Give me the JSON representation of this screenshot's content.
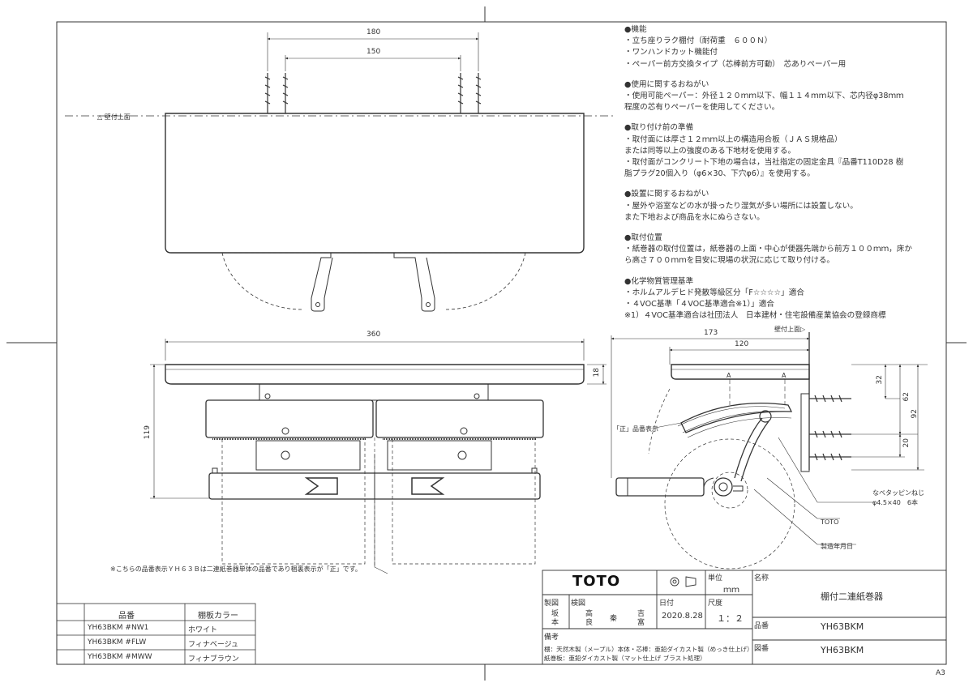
{
  "notes": [
    {
      "heading": "●機能",
      "lines": [
        "・立ち座りラク棚付（耐荷重　６００Ｎ）",
        "・ワンハンドカット機能付",
        "・ペーパー前方交換タイプ（芯棒前方可動）　芯ありペーパー用"
      ]
    },
    {
      "heading": "●使用に関するおねがい",
      "lines": [
        "・使用可能ペーパー：外径１２０ｍｍ以下、幅１１４ｍｍ以下、芯内径φ38ｍｍ",
        "程度の芯有りペーパーを使用してください。"
      ]
    },
    {
      "heading": "●取り付け前の準備",
      "lines": [
        "・取付面には厚さ１２ｍｍ以上の構造用合板（ＪＡＳ規格品）",
        "または同等以上の強度のある下地材を使用する。",
        "・取付面がコンクリート下地の場合は，当社指定の固定金具『品番T110D28 樹",
        "脂プラグ20個入り（φ6×30、下穴φ6）』を使用する。"
      ]
    },
    {
      "heading": "●設置に関するおねがい",
      "lines": [
        "・屋外や浴室などの水が掛ったり湿気が多い場所には設置しない。",
        "また下地および商品を水にぬらさない。"
      ]
    },
    {
      "heading": "●取付位置",
      "lines": [
        "・紙巻器の取付位置は，紙巻器の上面・中心が便器先端から前方１００ｍｍ，床か",
        "ら高さ７００ｍｍを目安に現場の状況に応じて取り付ける。"
      ]
    },
    {
      "heading": "●化学物質管理基準",
      "lines": [
        "・ホルムアルデヒド発散等級区分「F☆☆☆☆」適合",
        "・４VOC基準「４VOC基準適合※1）」適合",
        "※1）４VOC基準適合は社団法人　日本建材・住宅設備産業協会の登録商標"
      ]
    }
  ],
  "dims": {
    "top_180": "180",
    "top_150": "150",
    "front_360": "360",
    "front_18": "18",
    "front_119": "119",
    "side_173": "173",
    "side_120": "120",
    "side_32": "32",
    "side_62": "62",
    "side_92": "92",
    "side_20": "20"
  },
  "labels": {
    "wall_top_left": "△ 壁付上面",
    "wall_top_right": "壁付上面▷",
    "a1": "A",
    "a2": "A",
    "sei_label": "「正」品番表示",
    "screw_1": "なべタッピンねじ",
    "screw_2": "φ4.5×40　6本",
    "toto_label": "TOTO",
    "date_label": "製造年月日",
    "footnote": "※こちらの品番表示ＹＨ６３Ｂは二連紙巻器単体の品番であり梱裏表示が「正」です。",
    "sheet_size": "A3"
  },
  "color_table": {
    "headers": [
      "品番",
      "棚板カラー"
    ],
    "rows": [
      [
        "YH63BKM #NW1",
        "ホワイト"
      ],
      [
        "YH63BKM #FLW",
        "フィナベージュ"
      ],
      [
        "YH63BKM #MWW",
        "フィナブラウン"
      ]
    ]
  },
  "title_block": {
    "logo": "TOTO",
    "unit_label": "単位",
    "unit_value": "ｍｍ",
    "name_label": "名称",
    "name_value": "棚付二連紙巻器",
    "drawn_label": "製図",
    "drawn_names": [
      "坂",
      "本"
    ],
    "check_label": "検図",
    "check_names": [
      "高",
      "良",
      "秦",
      "吉",
      "富"
    ],
    "date_label": "日付",
    "date_value": "2020.8.28",
    "scale_label": "尺度",
    "scale_value": "１：２",
    "part_label": "品番",
    "part_value": "YH63BKM",
    "drawing_label": "図番",
    "drawing_value": "YH63BKM",
    "remarks_label": "備考",
    "remarks": [
      "棚：天然木製（メープル）本体・芯棒：亜鉛ダイカスト製（めっき仕上げ）",
      "紙巻板：亜鉛ダイカスト製（マット仕上げ ブラスト処理）"
    ]
  }
}
